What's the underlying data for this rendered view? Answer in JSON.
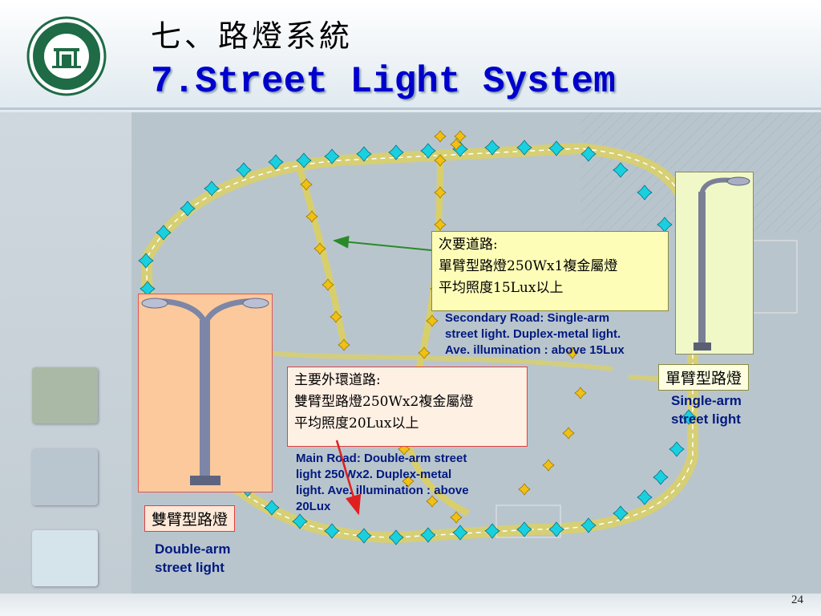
{
  "title": {
    "zh": "七、路燈系統",
    "en": "7.Street Light System"
  },
  "logo": {
    "icon": "science-park-seal-icon",
    "color": "#1e6b46"
  },
  "secondary_road": {
    "zh_lines": [
      "次要道路:",
      "單臂型路燈250Wx1複金屬燈",
      "平均照度15Lux以上"
    ],
    "en_lines": [
      "Secondary Road: Single-arm",
      "street light. Duplex-metal light.",
      "Ave. illumination : above 15Lux"
    ]
  },
  "main_road": {
    "zh_lines": [
      "主要外環道路:",
      "雙臂型路燈250Wx2複金屬燈",
      "平均照度20Lux以上"
    ],
    "en_lines": [
      "Main Road: Double-arm street",
      "light 250Wx2. Duplex-metal",
      "light. Ave. illumination : above",
      "20Lux"
    ]
  },
  "double_arm": {
    "zh": "雙臂型路燈",
    "en_lines": [
      "Double-arm",
      "street light"
    ]
  },
  "single_arm": {
    "zh": "單臂型路燈",
    "en_lines": [
      "Single-arm",
      "street light"
    ]
  },
  "page_number": "24",
  "colors": {
    "main_light": "#18d0e0",
    "secondary_light": "#f2c014",
    "title_en": "#0000cc",
    "arrow_secondary": "#2a8a2a",
    "arrow_main": "#e02020"
  }
}
